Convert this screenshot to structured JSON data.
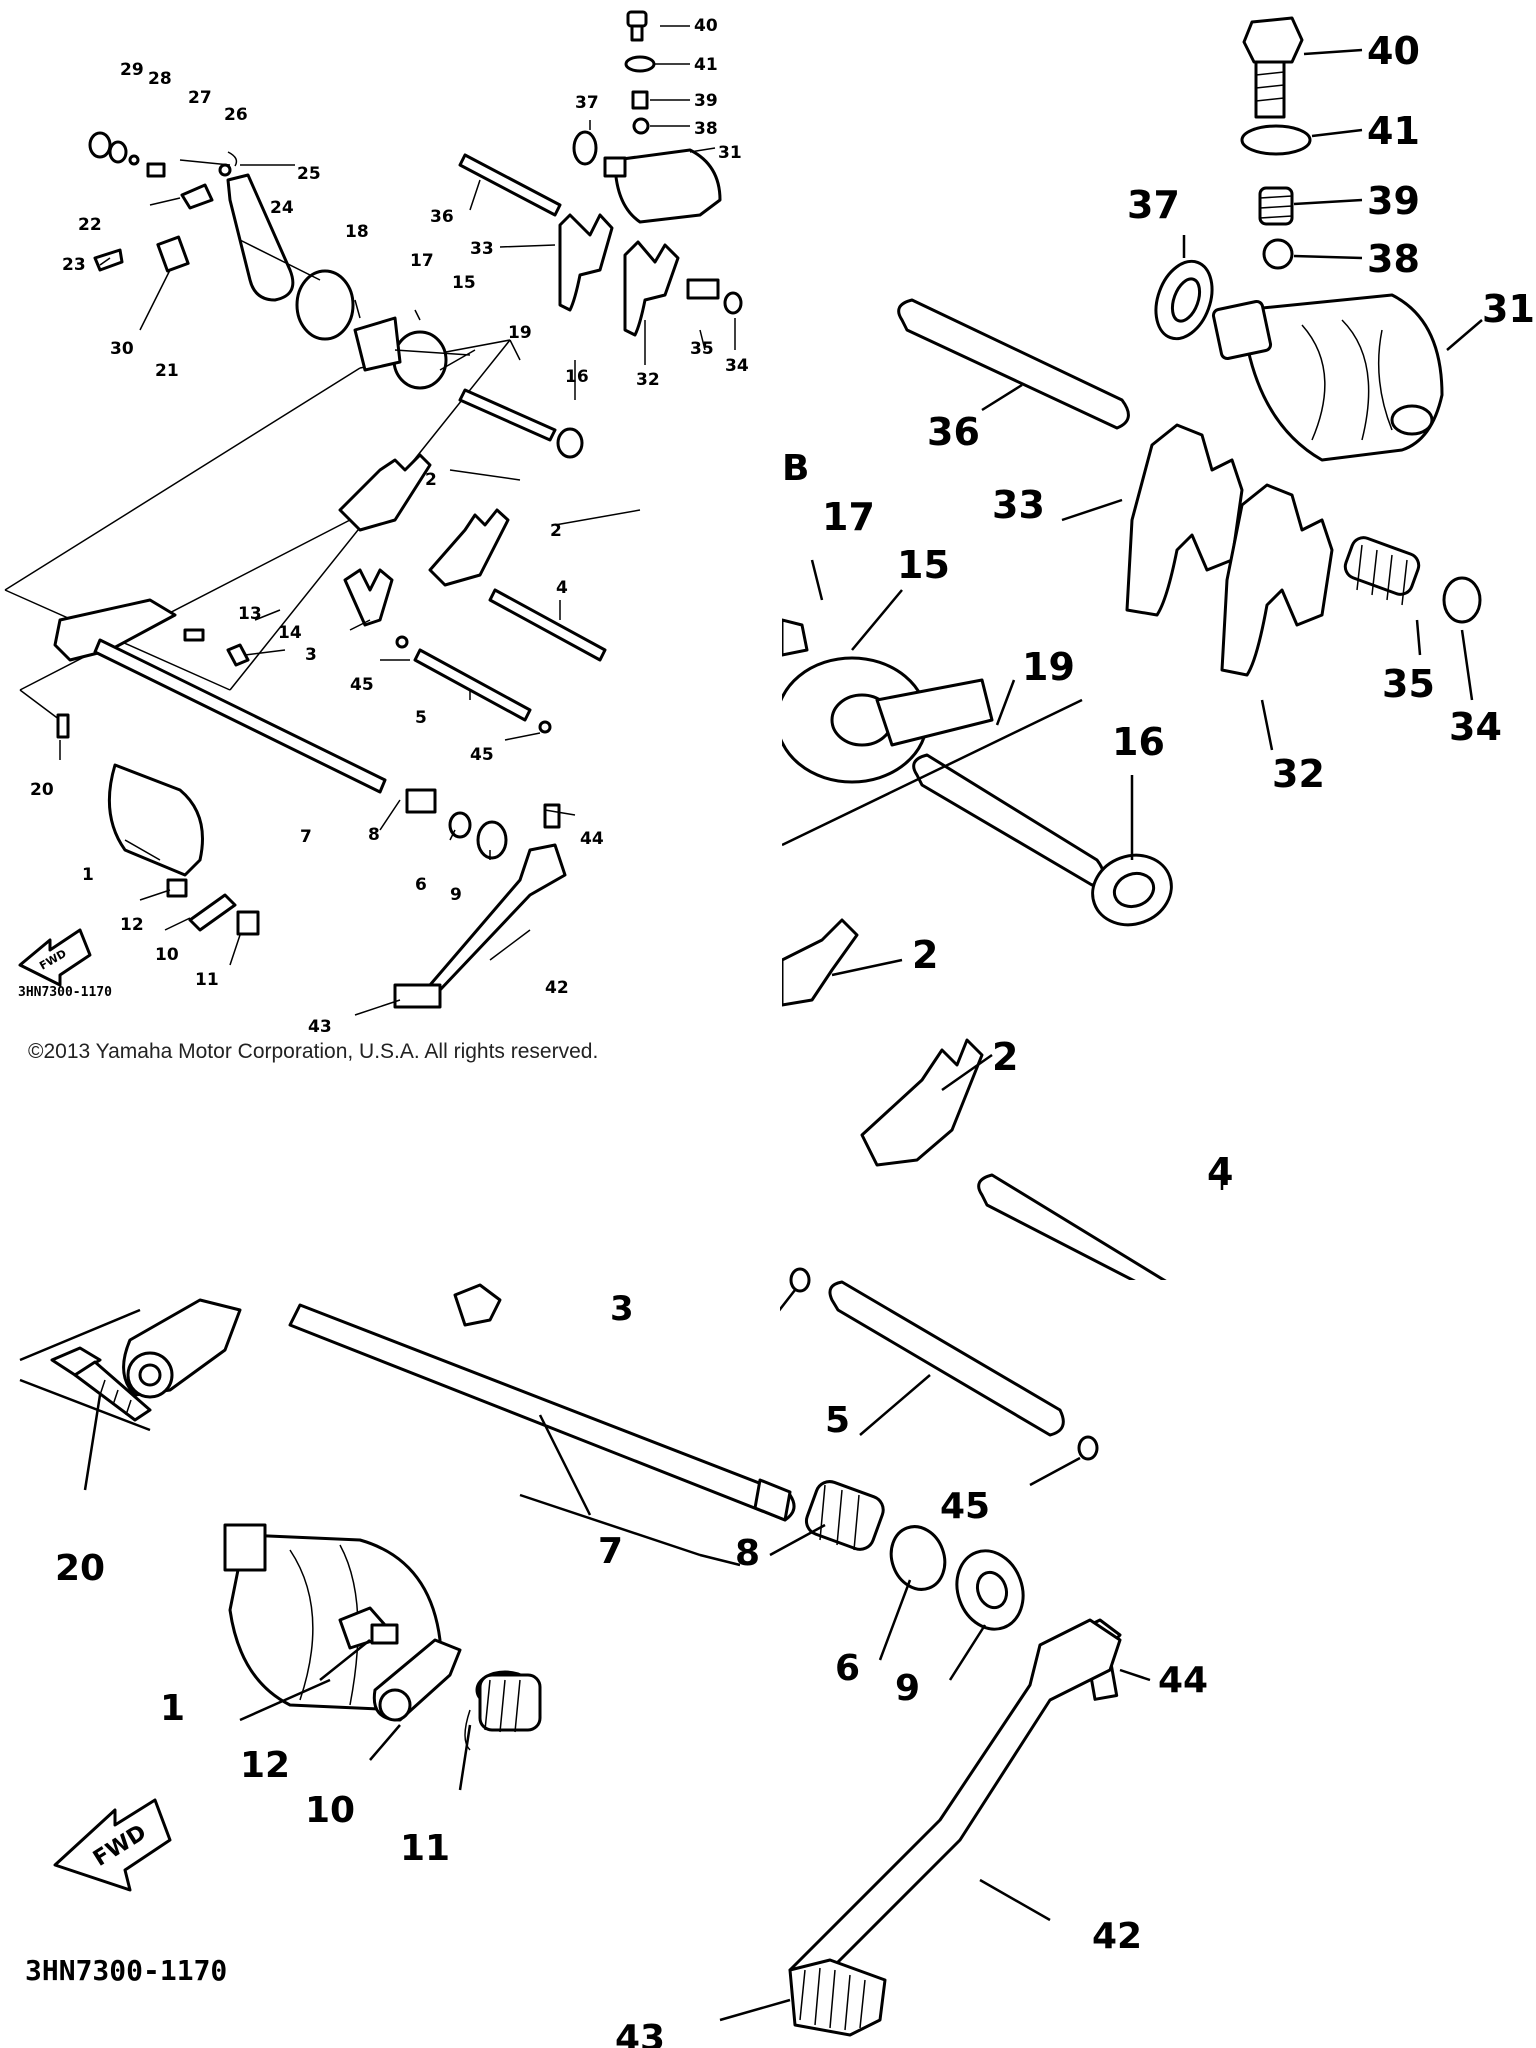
{
  "copyright": "©2013 Yamaha Motor Corporation, U.S.A. All rights reserved.",
  "diagram_code": "3HN7300-1170",
  "fwd_label": "FWD",
  "callouts": {
    "c1": "1",
    "c2": "2",
    "c3": "3",
    "c4": "4",
    "c5": "5",
    "c6": "6",
    "c7": "7",
    "c8": "8",
    "c9": "9",
    "c10": "10",
    "c11": "11",
    "c12": "12",
    "c13": "13",
    "c14": "14",
    "c15": "15",
    "c16": "16",
    "c17": "17",
    "c18": "18",
    "c19": "19",
    "c20": "20",
    "c21": "21",
    "c22": "22",
    "c23": "23",
    "c24": "24",
    "c25": "25",
    "c26": "26",
    "c27": "27",
    "c28": "28",
    "c29": "29",
    "c30": "30",
    "c31": "31",
    "c32": "32",
    "c33": "33",
    "c34": "34",
    "c35": "35",
    "c36": "36",
    "c37": "37",
    "c38": "38",
    "c39": "39",
    "c40": "40",
    "c41": "41",
    "c42": "42",
    "c43": "43",
    "c44": "44",
    "c45": "45"
  },
  "partial_label": "B"
}
